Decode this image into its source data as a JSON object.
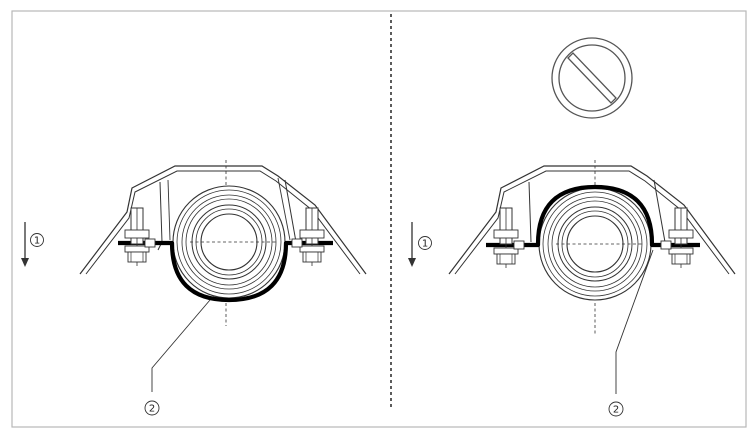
{
  "callouts": {
    "direction": "①",
    "mount": "②"
  },
  "panels": [
    {
      "id": "correct",
      "prohibited": false
    },
    {
      "id": "incorrect",
      "prohibited": true
    }
  ],
  "colors": {
    "border": "#b8b8b8",
    "line": "#333333",
    "thick": "#000000",
    "prohibit": "#555555"
  }
}
